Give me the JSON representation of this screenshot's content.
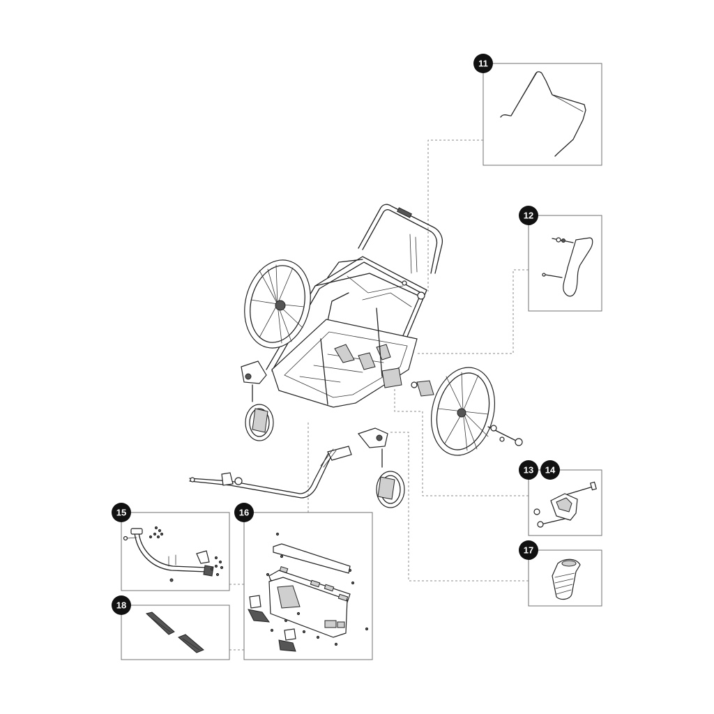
{
  "callouts": {
    "c11": "11",
    "c12": "12",
    "c13": "13",
    "c14": "14",
    "c15": "15",
    "c16": "16",
    "c17": "17",
    "c18": "18"
  },
  "colors": {
    "ink": "#222222",
    "badge": "#111111",
    "frame": "#6f6f6f",
    "background": "#ffffff"
  }
}
